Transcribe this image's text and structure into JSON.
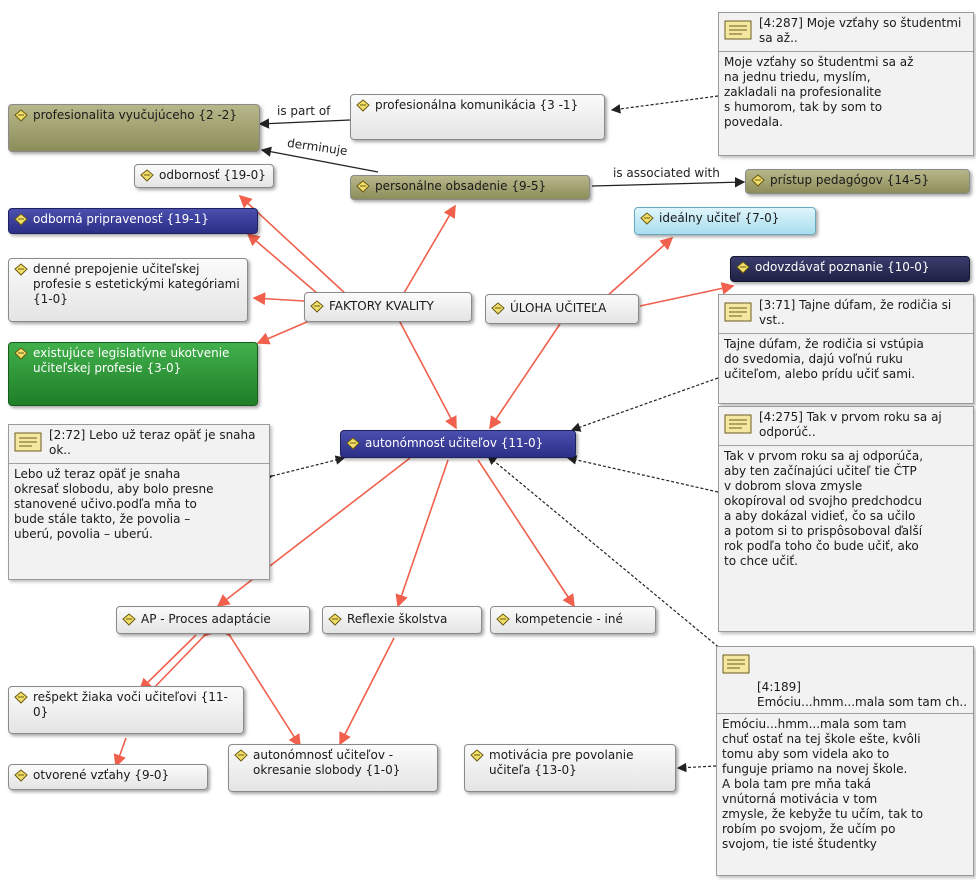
{
  "codes": {
    "profesionalita": "profesionalita vyučujúceho {2 -2}",
    "komunikacia": "profesionálna komunikácia {3 -1}",
    "odbornost": "odbornosť {19-0}",
    "obsadenie": "personálne obsadenie {9-5}",
    "pristup": "prístup pedagógov {14-5}",
    "pripravenost": "odborná pripravenosť {19-1}",
    "idealny": "ideálny učiteľ {7-0}",
    "odovzdavat": "odovzdávať poznanie {10-0}",
    "prepojenie": "denné prepojenie učiteľskej profesie s estetickými kategóriami {1-0}",
    "faktory": "FAKTORY KVALITY",
    "uloha": "ÚLOHA UČITEĽA",
    "legislativne": "existujúce legislatívne ukotvenie učiteľskej profesie {3-0}",
    "autonomnost": "autonómnosť učiteľov {11-0}",
    "ap": "AP - Proces adaptácie",
    "reflexie": "Reflexie školstva",
    "kompetencie": "kompetencie - iné",
    "respekt": "rešpekt žiaka voči učiteľovi {11-0}",
    "otvorene": "otvorené vzťahy {9-0}",
    "okresanie": "autonómnosť učiteľov - okresanie slobody {1-0}",
    "motivacia": "motivácia pre povolanie učiteľa {13-0}"
  },
  "quotes": {
    "q287": {
      "title": "[4:287] Moje vzťahy so študentmi sa až..",
      "body": "Moje vzťahy so študentmi sa až\nna jednu triedu, myslím,\nzakladali na profesionalite\ns humorom, tak by som to\npovedala."
    },
    "q371": {
      "title": "[3:71] Tajne dúfam, že rodičia si vst..",
      "body": "Tajne dúfam, že rodičia si vstúpia\ndo svedomia, dajú voľnú ruku\nučiteľom, alebo prídu učiť sami."
    },
    "q275": {
      "title": "[4:275] Tak v prvom roku sa aj odporúč..",
      "body": "Tak v prvom roku sa aj odporúča,\naby ten začínajúci učiteľ tie ČTP\nv dobrom slova zmysle\nokopíroval od  svojho predchodcu\na aby dokázal vidieť, čo sa učilo\na potom si to prispôsoboval ďalší\nrok podľa toho čo bude učiť, ako\nto chce učiť."
    },
    "q272": {
      "title": "[2:72] Lebo už teraz opäť je snaha ok..",
      "body": "Lebo už teraz opäť je snaha\nokresať slobodu, aby bolo presne\nstanovené učivo.podľa mňa to\nbude stále takto, že povolia –\nuberú, povolia – uberú."
    },
    "q189": {
      "title": "[4:189]\nEmóciu...hmm...mala som tam ch..",
      "body": "Emóciu...hmm...mala som tam\nchuť ostať na tej škole ešte, kvôli\ntomu aby som videla ako to\nfunguje priamo na novej škole.\nA bola tam pre mňa taká\nvnútorná motivácia v tom\nzmysle, že kebyže tu učím, tak to\nrobím po svojom, že učím po\nsvojom, tie isté študentky"
    }
  },
  "edge_labels": {
    "is_part_of": "is part of",
    "derminuje": "derminuje",
    "is_associated_with": "is associated with"
  },
  "colors": {
    "red_link": "#f0604c",
    "black_link": "#222222",
    "olive": "#a3a372",
    "navy": "#34379a",
    "green": "#2f9a3a",
    "cyan": "#bfe7f3",
    "dark": "#2a2c55"
  },
  "icons": {
    "code": "code-icon",
    "quotation": "quotation-icon"
  }
}
